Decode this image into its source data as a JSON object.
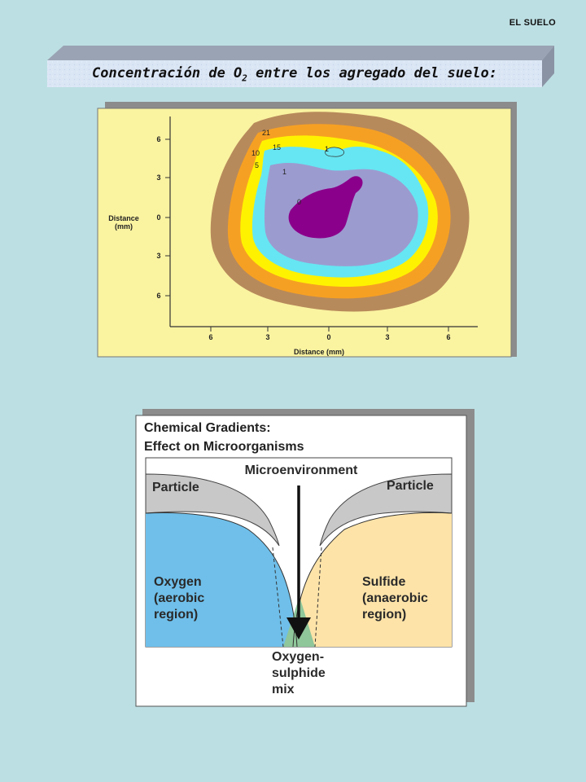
{
  "header": {
    "section_label": "EL SUELO"
  },
  "banner": {
    "title_prefix": "Concentración de O",
    "title_sub": "2",
    "title_suffix": " entre los agregado del suelo:"
  },
  "figure1": {
    "y_axis_label_line1": "Distance",
    "y_axis_label_line2": "(mm)",
    "x_axis_label": "Distance (mm)",
    "y_ticks": [
      "6",
      "3",
      "0",
      "3",
      "6"
    ],
    "x_ticks": [
      "6",
      "3",
      "0",
      "3",
      "6"
    ],
    "contour_labels": [
      "21",
      "15",
      "10",
      "5",
      "1",
      "1",
      "0"
    ],
    "colors": {
      "background": "#faf3a0",
      "brown": "#b78a5b",
      "orange": "#f6a023",
      "yellow": "#fff200",
      "cyan": "#66e6f2",
      "lavender": "#9c9bd0",
      "purple": "#8b008b"
    }
  },
  "figure2": {
    "title_line1": "Chemical Gradients:",
    "title_line2": "Effect on Microorganisms",
    "microenvironment": "Microenvironment",
    "particle_left": "Particle",
    "particle_right": "Particle",
    "oxygen_lines": [
      "Oxygen",
      "(aerobic",
      "region)"
    ],
    "sulfide_lines": [
      "Sulfide",
      "(anaerobic",
      "region)"
    ],
    "mix_lines": [
      "Oxygen-",
      "sulphide",
      "mix"
    ],
    "colors": {
      "oxygen": "#6fbfea",
      "sulfide": "#fde3a8",
      "particle": "#c8c8c8",
      "mix": "#8fc69a"
    }
  }
}
